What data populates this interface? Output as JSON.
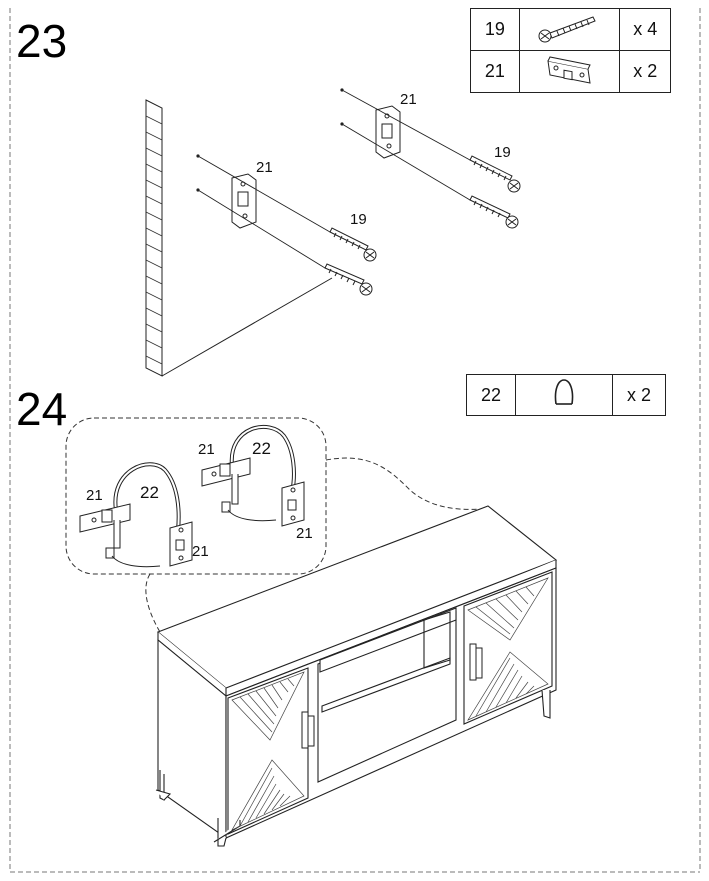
{
  "step23": {
    "number": "23",
    "parts": [
      {
        "id": "19",
        "qty": "x 4",
        "icon": "screw-icon"
      },
      {
        "id": "21",
        "qty": "x 2",
        "icon": "anchor-bracket-icon"
      }
    ],
    "callouts": {
      "bracket_upper": "21",
      "screws_upper": "19",
      "bracket_lower": "21",
      "screws_lower": "19"
    }
  },
  "step24": {
    "number": "24",
    "parts": [
      {
        "id": "22",
        "qty": "x 2",
        "icon": "strap-icon"
      }
    ],
    "callouts": {
      "left_bracket": "21",
      "left_strap": "22",
      "left_lower_bracket": "21",
      "right_bracket": "21",
      "right_strap": "22",
      "right_lower_bracket": "21"
    }
  }
}
